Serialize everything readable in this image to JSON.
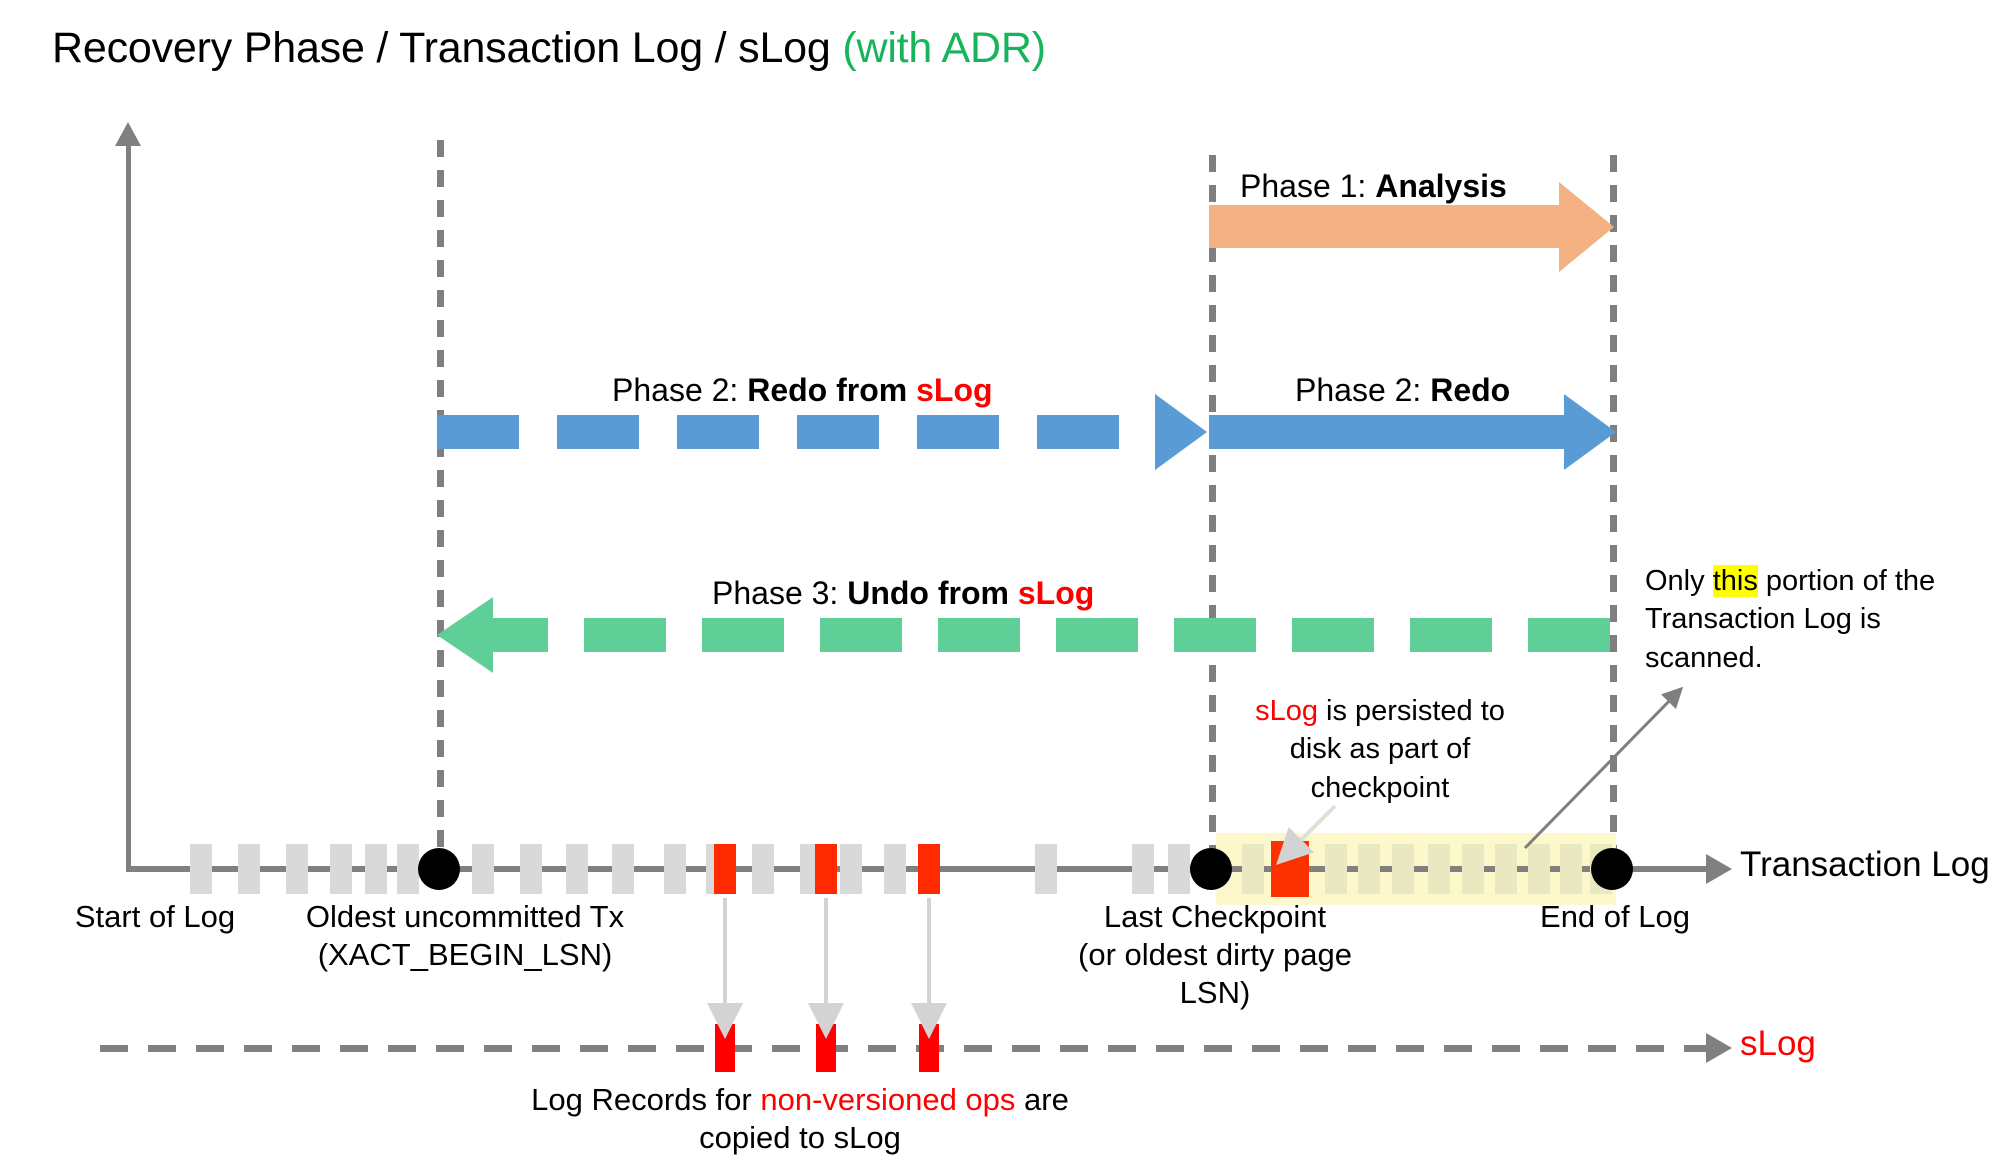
{
  "title": {
    "main": "Recovery Phase / Transaction Log / sLog ",
    "suffix": "(with ADR)"
  },
  "phases": [
    {
      "id": "analysis",
      "prefix": "Phase 1: ",
      "name": "Analysis",
      "style": "solid",
      "color": "#f4b183",
      "direction": "right"
    },
    {
      "id": "redo-from-slog",
      "prefix": "Phase 2: ",
      "name": "Redo from ",
      "emphasis": "sLog",
      "style": "dashed",
      "color": "#5b9bd5",
      "direction": "right"
    },
    {
      "id": "redo",
      "prefix": "Phase 2: ",
      "name": "Redo",
      "style": "solid",
      "color": "#5b9bd5",
      "direction": "right"
    },
    {
      "id": "undo-from-slog",
      "prefix": "Phase 3: ",
      "name": "Undo from ",
      "emphasis": "sLog",
      "style": "dashed",
      "color": "#5fcf97",
      "direction": "left"
    }
  ],
  "axis": {
    "transaction_log_label": "Transaction Log",
    "slog_label": "sLog"
  },
  "markers": {
    "start_of_log": "Start of Log",
    "oldest_tx_line1": "Oldest uncommitted Tx",
    "oldest_tx_line2": "(XACT_BEGIN_LSN)",
    "last_checkpoint": "Last Checkpoint",
    "last_checkpoint_sub": "(or oldest dirty page LSN)",
    "end_of_log": "End of Log"
  },
  "notes": {
    "checkpoint_note": {
      "emphasis": "sLog",
      "rest": " is persisted to disk as part of checkpoint"
    },
    "scan_note": {
      "pre": "Only ",
      "highlight": "this",
      "post": " portion of the Transaction Log is scanned."
    },
    "slog_records": {
      "pre": "Log Records for ",
      "emphasis": "non-versioned ops",
      "post": " are copied to sLog"
    }
  },
  "colors": {
    "analysis": "#f4b183",
    "redo": "#5b9bd5",
    "undo": "#5fcf97",
    "accent_red": "#ff0000",
    "highlight_yellow": "#ffff00",
    "scan_band": "#fcf8cc",
    "axis_gray": "#808080",
    "adr_green": "#18b45c"
  },
  "timeline": {
    "gray_records_before_checkpoint": 19,
    "red_records_main": 3,
    "records_in_scan_band": 13,
    "red_record_in_band": 1,
    "slog_red_records": 3
  }
}
